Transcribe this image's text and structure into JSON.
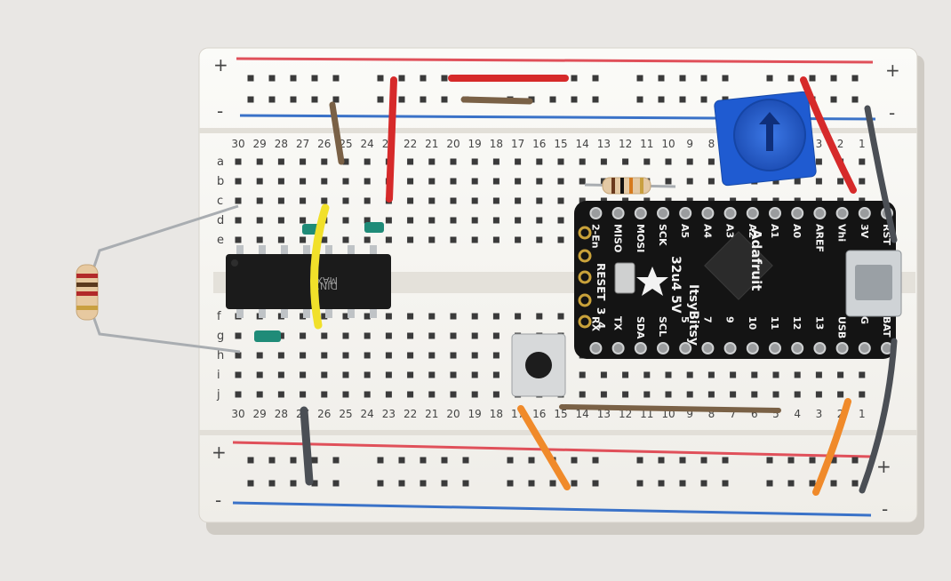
{
  "breadboard": {
    "column_numbers": [
      "30",
      "29",
      "28",
      "27",
      "26",
      "25",
      "24",
      "23",
      "22",
      "21",
      "20",
      "19",
      "18",
      "17",
      "16",
      "15",
      "14",
      "13",
      "12",
      "11",
      "10",
      "9",
      "8",
      "7",
      "6",
      "5",
      "4",
      "3",
      "2",
      "1"
    ],
    "row_letters_top": [
      "a",
      "b",
      "c",
      "d",
      "e"
    ],
    "row_letters_bottom": [
      "f",
      "g",
      "h",
      "i",
      "j"
    ],
    "rail_plus": "+",
    "rail_minus": "-"
  },
  "chip": {
    "text_line1": "MAX4",
    "text_line2": "DJN1"
  },
  "microcontroller": {
    "brand": "Adafruit",
    "model": "ItsyBitsy",
    "variant": "32u4 5V",
    "reset_label": "RESET",
    "top_pins": [
      "RST",
      "3V",
      "Vhi",
      "AREF",
      "A0",
      "A1",
      "A2",
      "A3",
      "A4",
      "A5",
      "SCK",
      "MOSI",
      "MISO",
      "2-En"
    ],
    "bottom_pins": [
      "BAT",
      "G",
      "USB",
      "13",
      "12",
      "11",
      "10",
      "9",
      "7",
      "5",
      "SCL",
      "SDA",
      "TX",
      "RX"
    ],
    "side_pins": [
      "3",
      "4"
    ]
  },
  "colors": {
    "board": "#f6f5f1",
    "rail_red": "#e0505a",
    "rail_blue": "#3a72c8",
    "pcb": "#141414",
    "pot": "#1f5bd1",
    "wire_red": "#d62a2a",
    "wire_yellow": "#f1e02a",
    "wire_orange": "#f08a2a",
    "wire_gray": "#4b4f55",
    "wire_brown": "#7a6146"
  }
}
